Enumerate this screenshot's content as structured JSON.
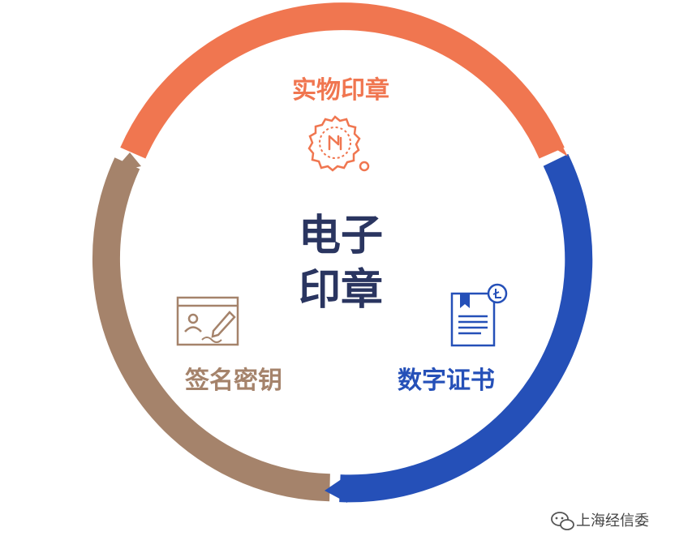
{
  "center": {
    "line1": "电子",
    "line2": "印章"
  },
  "segments": [
    {
      "id": "physical-seal",
      "label": "实物印章",
      "icon": "seal-stamp-icon",
      "color": "#F07650"
    },
    {
      "id": "digital-certificate",
      "label": "数字证书",
      "icon": "certificate-document-icon",
      "color": "#2550B8"
    },
    {
      "id": "signature-key",
      "label": "签名密钥",
      "icon": "pen-signature-icon",
      "color": "#A5836B"
    }
  ],
  "center_color": "#2A3560",
  "watermark": {
    "text": "上海经信委",
    "icon": "wechat-icon"
  }
}
